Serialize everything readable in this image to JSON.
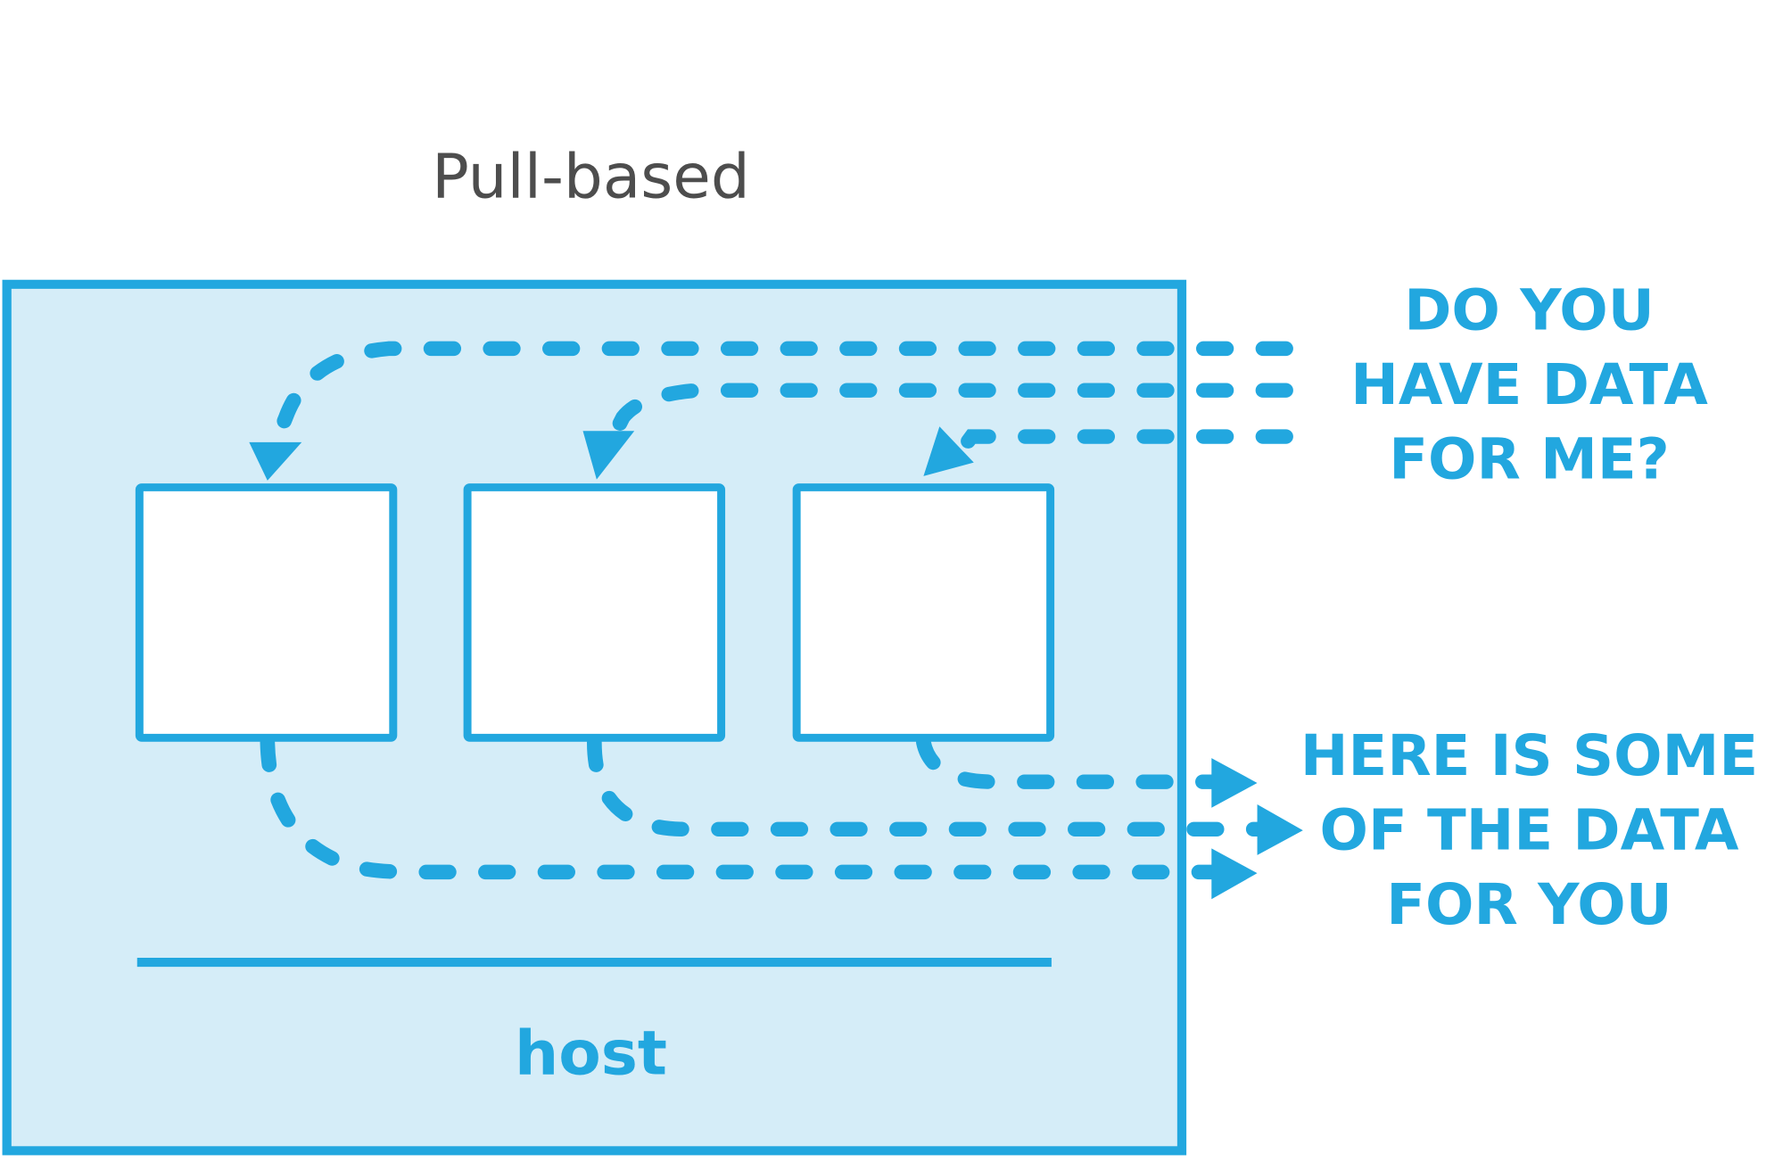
{
  "title": "Pull-based",
  "host_label": "host",
  "question": {
    "lines": [
      "DO YOU",
      "HAVE DATA",
      "FOR ME?"
    ]
  },
  "answer": {
    "lines": [
      "HERE IS SOME",
      "OF THE DATA",
      "FOR YOU"
    ]
  },
  "colors": {
    "accent": "#22a7df",
    "host_fill": "#d5edf8",
    "box_fill": "#ffffff",
    "title_text": "#4d4d4d"
  },
  "components": [
    {
      "id": "component-1"
    },
    {
      "id": "component-2"
    },
    {
      "id": "component-3"
    }
  ]
}
